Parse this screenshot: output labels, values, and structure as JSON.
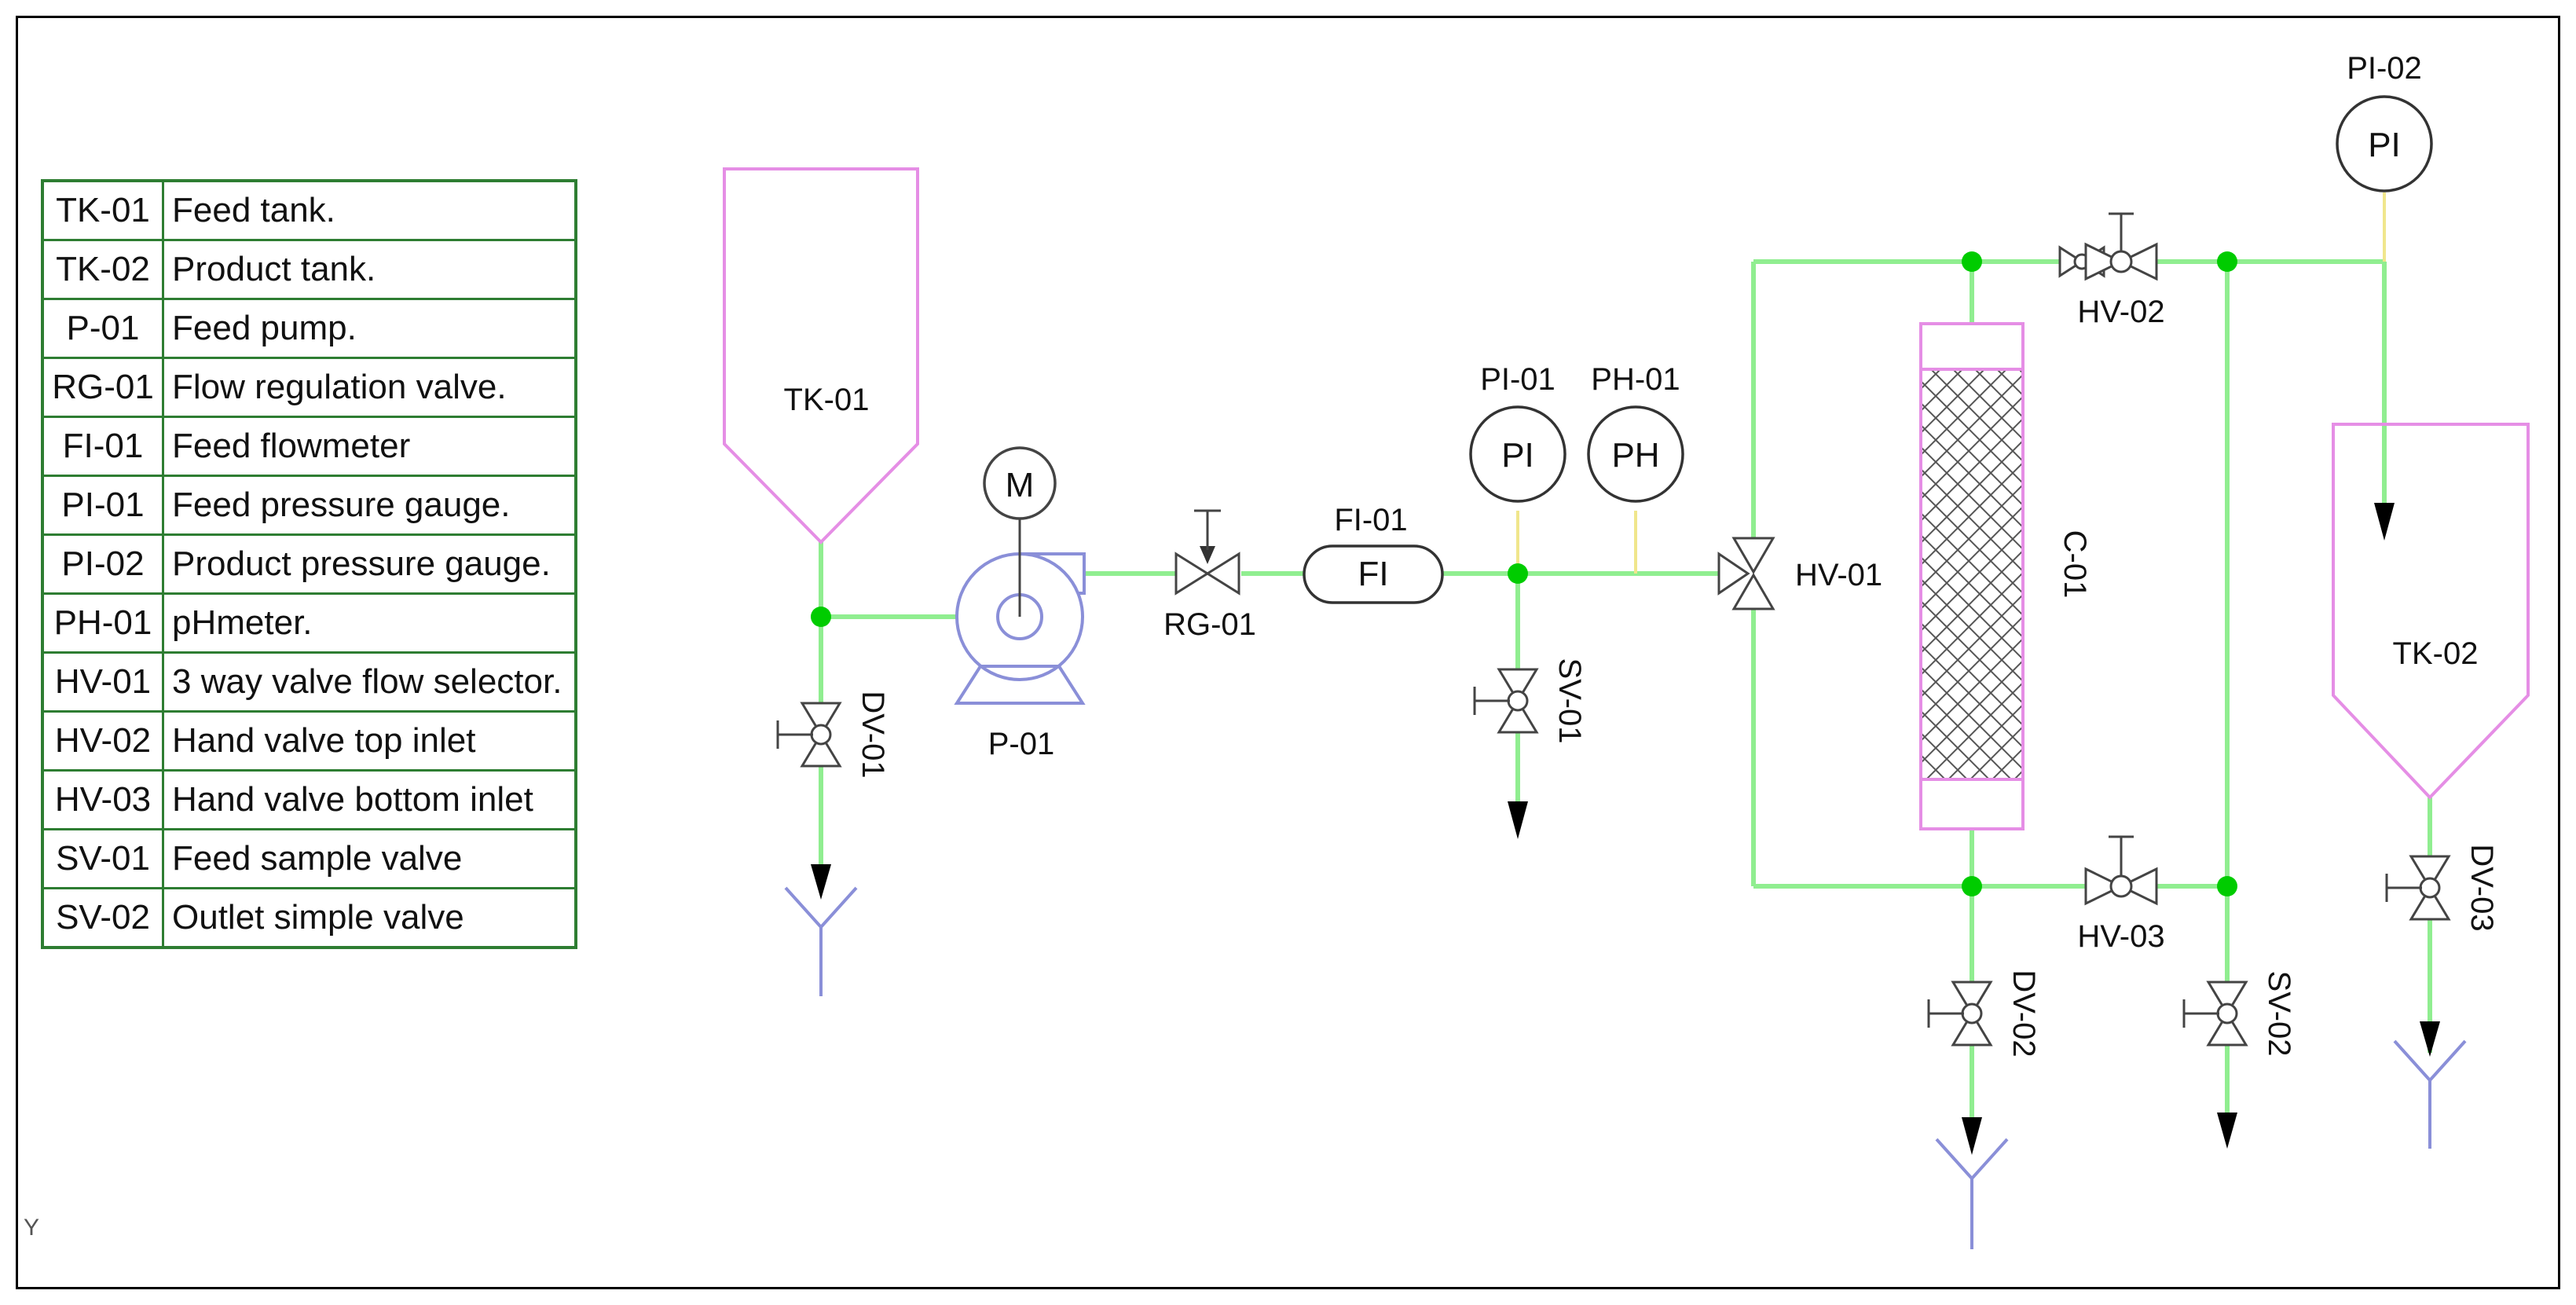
{
  "legend": [
    {
      "code": "TK-01",
      "desc": "Feed tank."
    },
    {
      "code": "TK-02",
      "desc": "Product  tank."
    },
    {
      "code": "P-01",
      "desc": "Feed pump."
    },
    {
      "code": "RG-01",
      "desc": "Flow regulation valve."
    },
    {
      "code": "FI-01",
      "desc": "Feed  flowmeter"
    },
    {
      "code": "PI-01",
      "desc": "Feed pressure gauge."
    },
    {
      "code": "PI-02",
      "desc": "Product pressure gauge."
    },
    {
      "code": "PH-01",
      "desc": "pHmeter."
    },
    {
      "code": "HV-01",
      "desc": "3 way valve flow selector."
    },
    {
      "code": "HV-02",
      "desc": "Hand valve top inlet"
    },
    {
      "code": "HV-03",
      "desc": "Hand valve bottom inlet"
    },
    {
      "code": "SV-01",
      "desc": "Feed sample valve"
    },
    {
      "code": "SV-02",
      "desc": "Outlet simple valve"
    }
  ],
  "labels": {
    "tk01": "TK-01",
    "tk02": "TK-02",
    "p01": "P-01",
    "motor": "M",
    "rg01": "RG-01",
    "fi01": "FI-01",
    "fi_sym": "FI",
    "pi01": "PI-01",
    "pi_sym": "PI",
    "ph01": "PH-01",
    "ph_sym": "PH",
    "pi02": "PI-02",
    "hv01": "HV-01",
    "hv02": "HV-02",
    "hv03": "HV-03",
    "c01": "C-01",
    "dv01": "DV-01",
    "dv02": "DV-02",
    "dv03": "DV-03",
    "sv01": "SV-01",
    "sv02": "SV-02",
    "corner": "Y"
  },
  "colors": {
    "pipe": "#90ee90",
    "tank": "#e58ee5",
    "pump": "#8a8fd8",
    "drain": "#8a8fd8",
    "node": "#00cc00",
    "legend_border": "#2e7d32"
  }
}
